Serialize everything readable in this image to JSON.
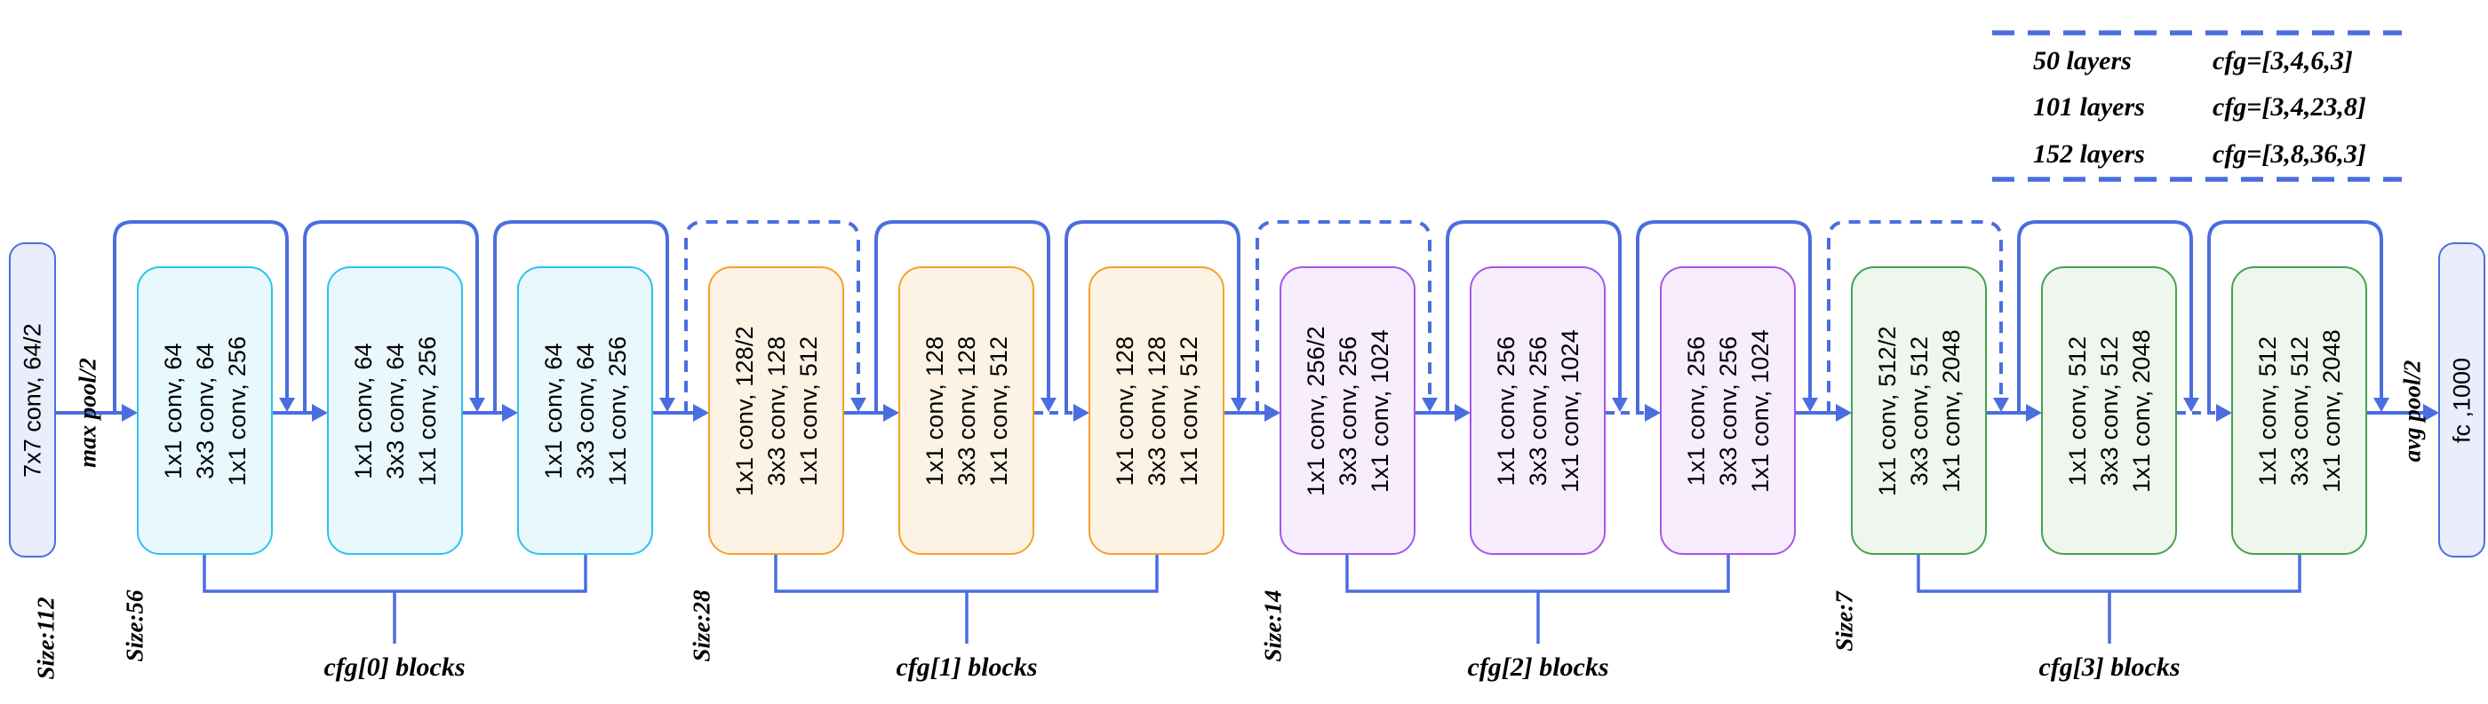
{
  "figure": {
    "title_semantics": "ResNet bottleneck architecture diagram",
    "input": {
      "label": "7x7 conv, 64/2",
      "size_label": "Size:112",
      "pool_label": "max pool/2"
    },
    "output": {
      "pool_label": "avg pool/2",
      "fc_label": "fc ,1000"
    },
    "stages": [
      {
        "bracket_label": "cfg[0] blocks",
        "size_label": "Size:56",
        "border_color": "#2bc1f2",
        "fill_color": "#e9f8fd",
        "blocks": [
          {
            "lines": [
              "1x1 conv, 64",
              "3x3 conv, 64",
              "1x1 conv, 256"
            ]
          },
          {
            "lines": [
              "1x1 conv, 64",
              "3x3 conv, 64",
              "1x1 conv, 256"
            ]
          },
          {
            "lines": [
              "1x1 conv, 64",
              "3x3 conv, 64",
              "1x1 conv, 256"
            ]
          }
        ]
      },
      {
        "bracket_label": "cfg[1] blocks",
        "size_label": "Size:28",
        "border_color": "#f5a02b",
        "fill_color": "#fdf3e4",
        "blocks": [
          {
            "lines": [
              "1x1 conv, 128/2",
              "3x3 conv, 128",
              "1x1 conv, 512"
            ]
          },
          {
            "lines": [
              "1x1 conv, 128",
              "3x3 conv, 128",
              "1x1 conv, 512"
            ]
          },
          {
            "lines": [
              "1x1 conv, 128",
              "3x3 conv, 128",
              "1x1 conv, 512"
            ]
          }
        ]
      },
      {
        "bracket_label": "cfg[2] blocks",
        "size_label": "Size:14",
        "border_color": "#a455ee",
        "fill_color": "#f8edfd",
        "blocks": [
          {
            "lines": [
              "1x1 conv, 256/2",
              "3x3 conv, 256",
              "1x1 conv, 1024"
            ]
          },
          {
            "lines": [
              "1x1 conv, 256",
              "3x3 conv, 256",
              "1x1 conv, 1024"
            ]
          },
          {
            "lines": [
              "1x1 conv, 256",
              "3x3 conv, 256",
              "1x1 conv, 1024"
            ]
          }
        ]
      },
      {
        "bracket_label": "cfg[3] blocks",
        "size_label": "Size:7",
        "border_color": "#43a34b",
        "fill_color": "#eef6ee",
        "blocks": [
          {
            "lines": [
              "1x1 conv, 512/2",
              "3x3 conv, 512",
              "1x1 conv, 2048"
            ]
          },
          {
            "lines": [
              "1x1 conv, 512",
              "3x3 conv, 512",
              "1x1 conv, 2048"
            ]
          },
          {
            "lines": [
              "1x1 conv, 512",
              "3x3 conv, 512",
              "1x1 conv, 2048"
            ]
          }
        ]
      }
    ],
    "legend": {
      "rows": [
        {
          "layers": "50 layers",
          "cfg": "cfg=[3,4,6,3]"
        },
        {
          "layers": "101 layers",
          "cfg": "cfg=[3,4,23,8]"
        },
        {
          "layers": "152 layers",
          "cfg": "cfg=[3,8,36,3]"
        }
      ]
    },
    "colors": {
      "flow_line_blue": "#4a6ee0",
      "stage0_border": "#2bc1f2",
      "stage1_border": "#f5a02b",
      "stage2_border": "#a455ee",
      "stage3_border": "#43a34b",
      "end_box_fill": "#e9edfc",
      "text": "#000000"
    }
  }
}
